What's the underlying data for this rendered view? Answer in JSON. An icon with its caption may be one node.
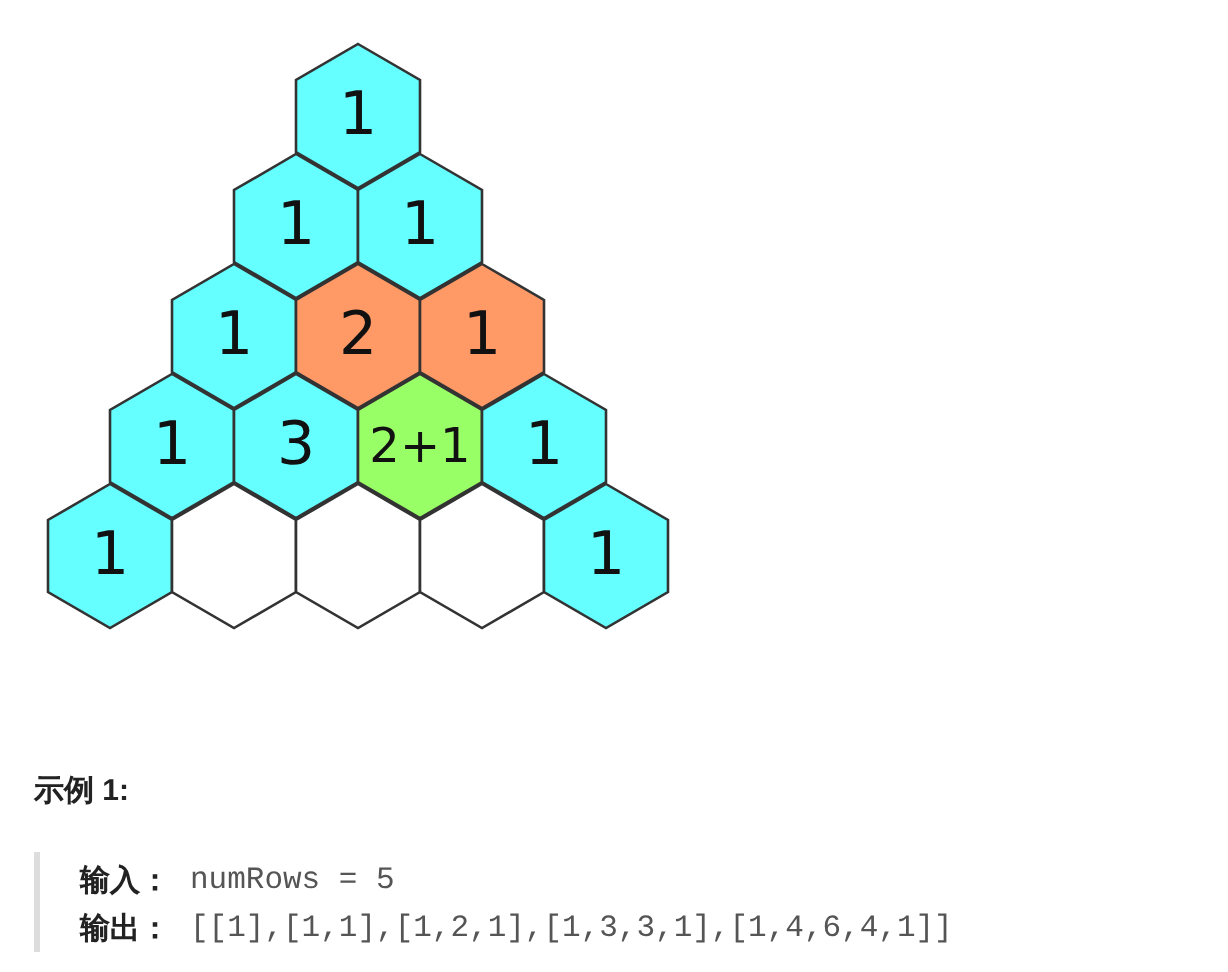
{
  "diagram": {
    "nodes": [
      {
        "text": [
          "1"
        ]
      },
      {
        "text": [
          "1"
        ]
      },
      {
        "text": [
          "1"
        ]
      },
      {
        "text": [
          "1"
        ]
      },
      {
        "text": [
          "2"
        ]
      },
      {
        "text": [
          "1"
        ]
      },
      {
        "text": [
          "1"
        ]
      },
      {
        "text": [
          "3"
        ]
      },
      {
        "text": [
          "2+1"
        ]
      },
      {
        "text": [
          "1"
        ]
      },
      {
        "text": [
          "1"
        ]
      },
      {
        "text": [],
        "shape": "hexagon"
      },
      {
        "text": [],
        "shape": "hexagon"
      },
      {
        "text": [],
        "shape": "hexagon"
      },
      {
        "text": [
          "1"
        ]
      }
    ],
    "labels": [
      "示例 1:",
      "输入：",
      "numRows = 5",
      "输出：",
      "[[1],[1,1],[1,2,1],[1,3,3,1],[1,4,6,4,1]]"
    ]
  }
}
